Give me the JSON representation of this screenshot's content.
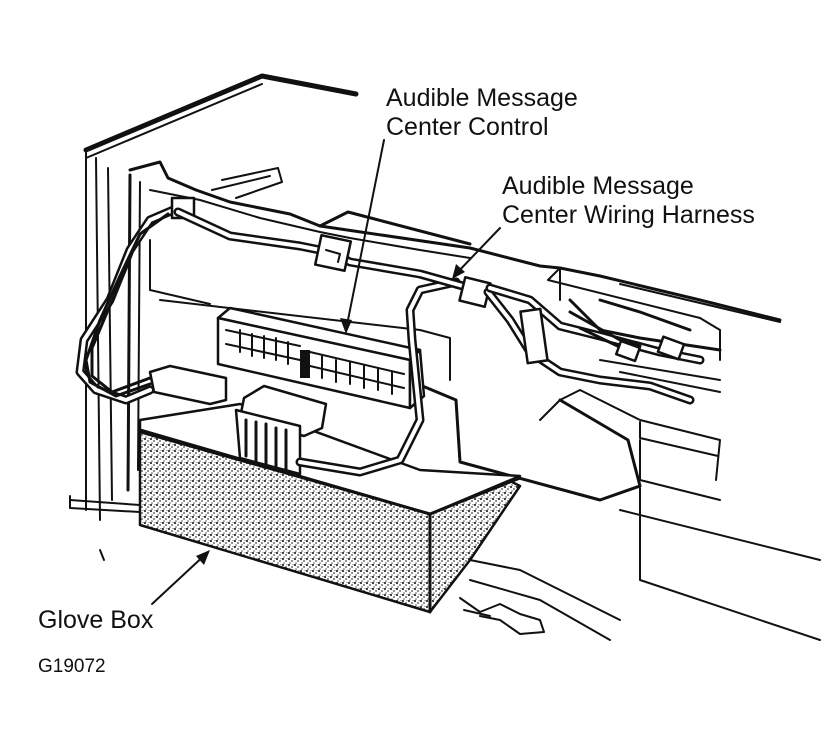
{
  "labels": {
    "control": [
      "Audible Message",
      "Center Control"
    ],
    "harness": [
      "Audible Message",
      "Center Wiring Harness"
    ],
    "glove_box": "Glove Box"
  },
  "figure_code": "G19072",
  "colors": {
    "ink": "#111111",
    "paper": "#ffffff",
    "stipple": "#555555"
  }
}
